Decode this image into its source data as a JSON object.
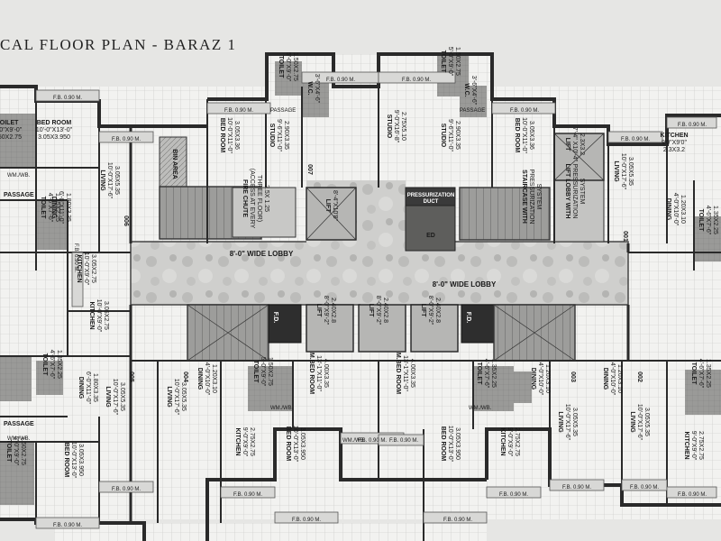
{
  "title": "CAL FLOOR PLAN - BARAZ 1",
  "lobby": [
    "8'-0\" WIDE LOBBY",
    "8'-0\" WIDE LOBBY"
  ],
  "fb_label": "F.B. 0.90 M.",
  "core": {
    "pressurization_duct": [
      "PRESSURIZATION",
      "DUCT"
    ],
    "ed": "ED",
    "fd": "F.D.",
    "bin_area": "BIN AREA",
    "fire_chute": [
      "FIRE CHUTE",
      "(ACCESS AT EVERY",
      "THREE FLOOR)",
      "2.5X 1.25"
    ],
    "staircase": [
      "STAIRCASE WITH",
      "PRESSURIZATION",
      "SYSTEM"
    ],
    "lift_system": [
      "LIFT LOBBY WITH",
      "PRESSURIZATION",
      "SYSTEM"
    ]
  },
  "lifts": [
    {
      "name": "LIFT",
      "dims": [
        "8'-4\"X10'8\""
      ]
    },
    {
      "name": "LIFT",
      "dims": [
        "7'-4\" X10'-4\"",
        "2.3X3.2"
      ]
    },
    {
      "name": "LIFT",
      "dims": [
        "8'-0\"X9'-2\"",
        "2.40X2.8"
      ]
    },
    {
      "name": "LIFT",
      "dims": [
        "8'-0\"X9'-2\"",
        "2.40X2.8"
      ]
    },
    {
      "name": "LIFT",
      "dims": [
        "8'-0\"X9'-2\"",
        "2.40X2.8"
      ]
    }
  ],
  "units": [
    "001",
    "002",
    "003",
    "004",
    "005",
    "006",
    "007"
  ],
  "rooms": {
    "bed": [
      "BED ROOM",
      "10'-0\"X13'-0\"",
      "3.05X3.950"
    ],
    "bed_b": [
      "BED ROOM",
      "10'-0\"X11'-0\"",
      "3.05X3.36"
    ],
    "mbed": [
      "M.BED ROOM",
      "13'-1\"X11'-0\"",
      "4.00X3.35"
    ],
    "living": [
      "LIVING",
      "10'-0\"X17'-6\"",
      "3.05X5.35"
    ],
    "living_b": [
      "LIVING",
      "10'-0\"X11'-0\"",
      "3.05X3.35"
    ],
    "studio": [
      "STUDIO",
      "9'-0\"X16'-8\"",
      "2.75X5.10"
    ],
    "studio_b": [
      "STUDIO",
      "9'-6\"X11'-0\"",
      "2.90X3.35"
    ],
    "kitchen": [
      "KITCHEN",
      "10'-0\"X9'-0\"",
      "3.05X2.75"
    ],
    "kitchen_b": [
      "KITCHEN",
      "9'-0\"X9'-0\"",
      "2.75X2.75"
    ],
    "kitchen_c": [
      "KITCHEN",
      "9'0\"X9'0\"",
      "2.3X3.2"
    ],
    "dining": [
      "DINING",
      "6'-0\"X11'-0\"",
      "1.80X3.35"
    ],
    "dining_b": [
      "DINING",
      "4'-0\"X10'-0\"",
      "1.20X3.10"
    ],
    "toilet": [
      "TOILET",
      "5'-0\"X9'-0\"",
      "1.50X2.75"
    ],
    "toilet_b": [
      "TOILET",
      "4'-6\"X7'-6\"",
      "1.35X2.25"
    ],
    "wc": [
      "W.C.",
      "3'-6\"X4'-6\""
    ],
    "passage": "PASSAGE",
    "wmwb": "WM./WB."
  }
}
